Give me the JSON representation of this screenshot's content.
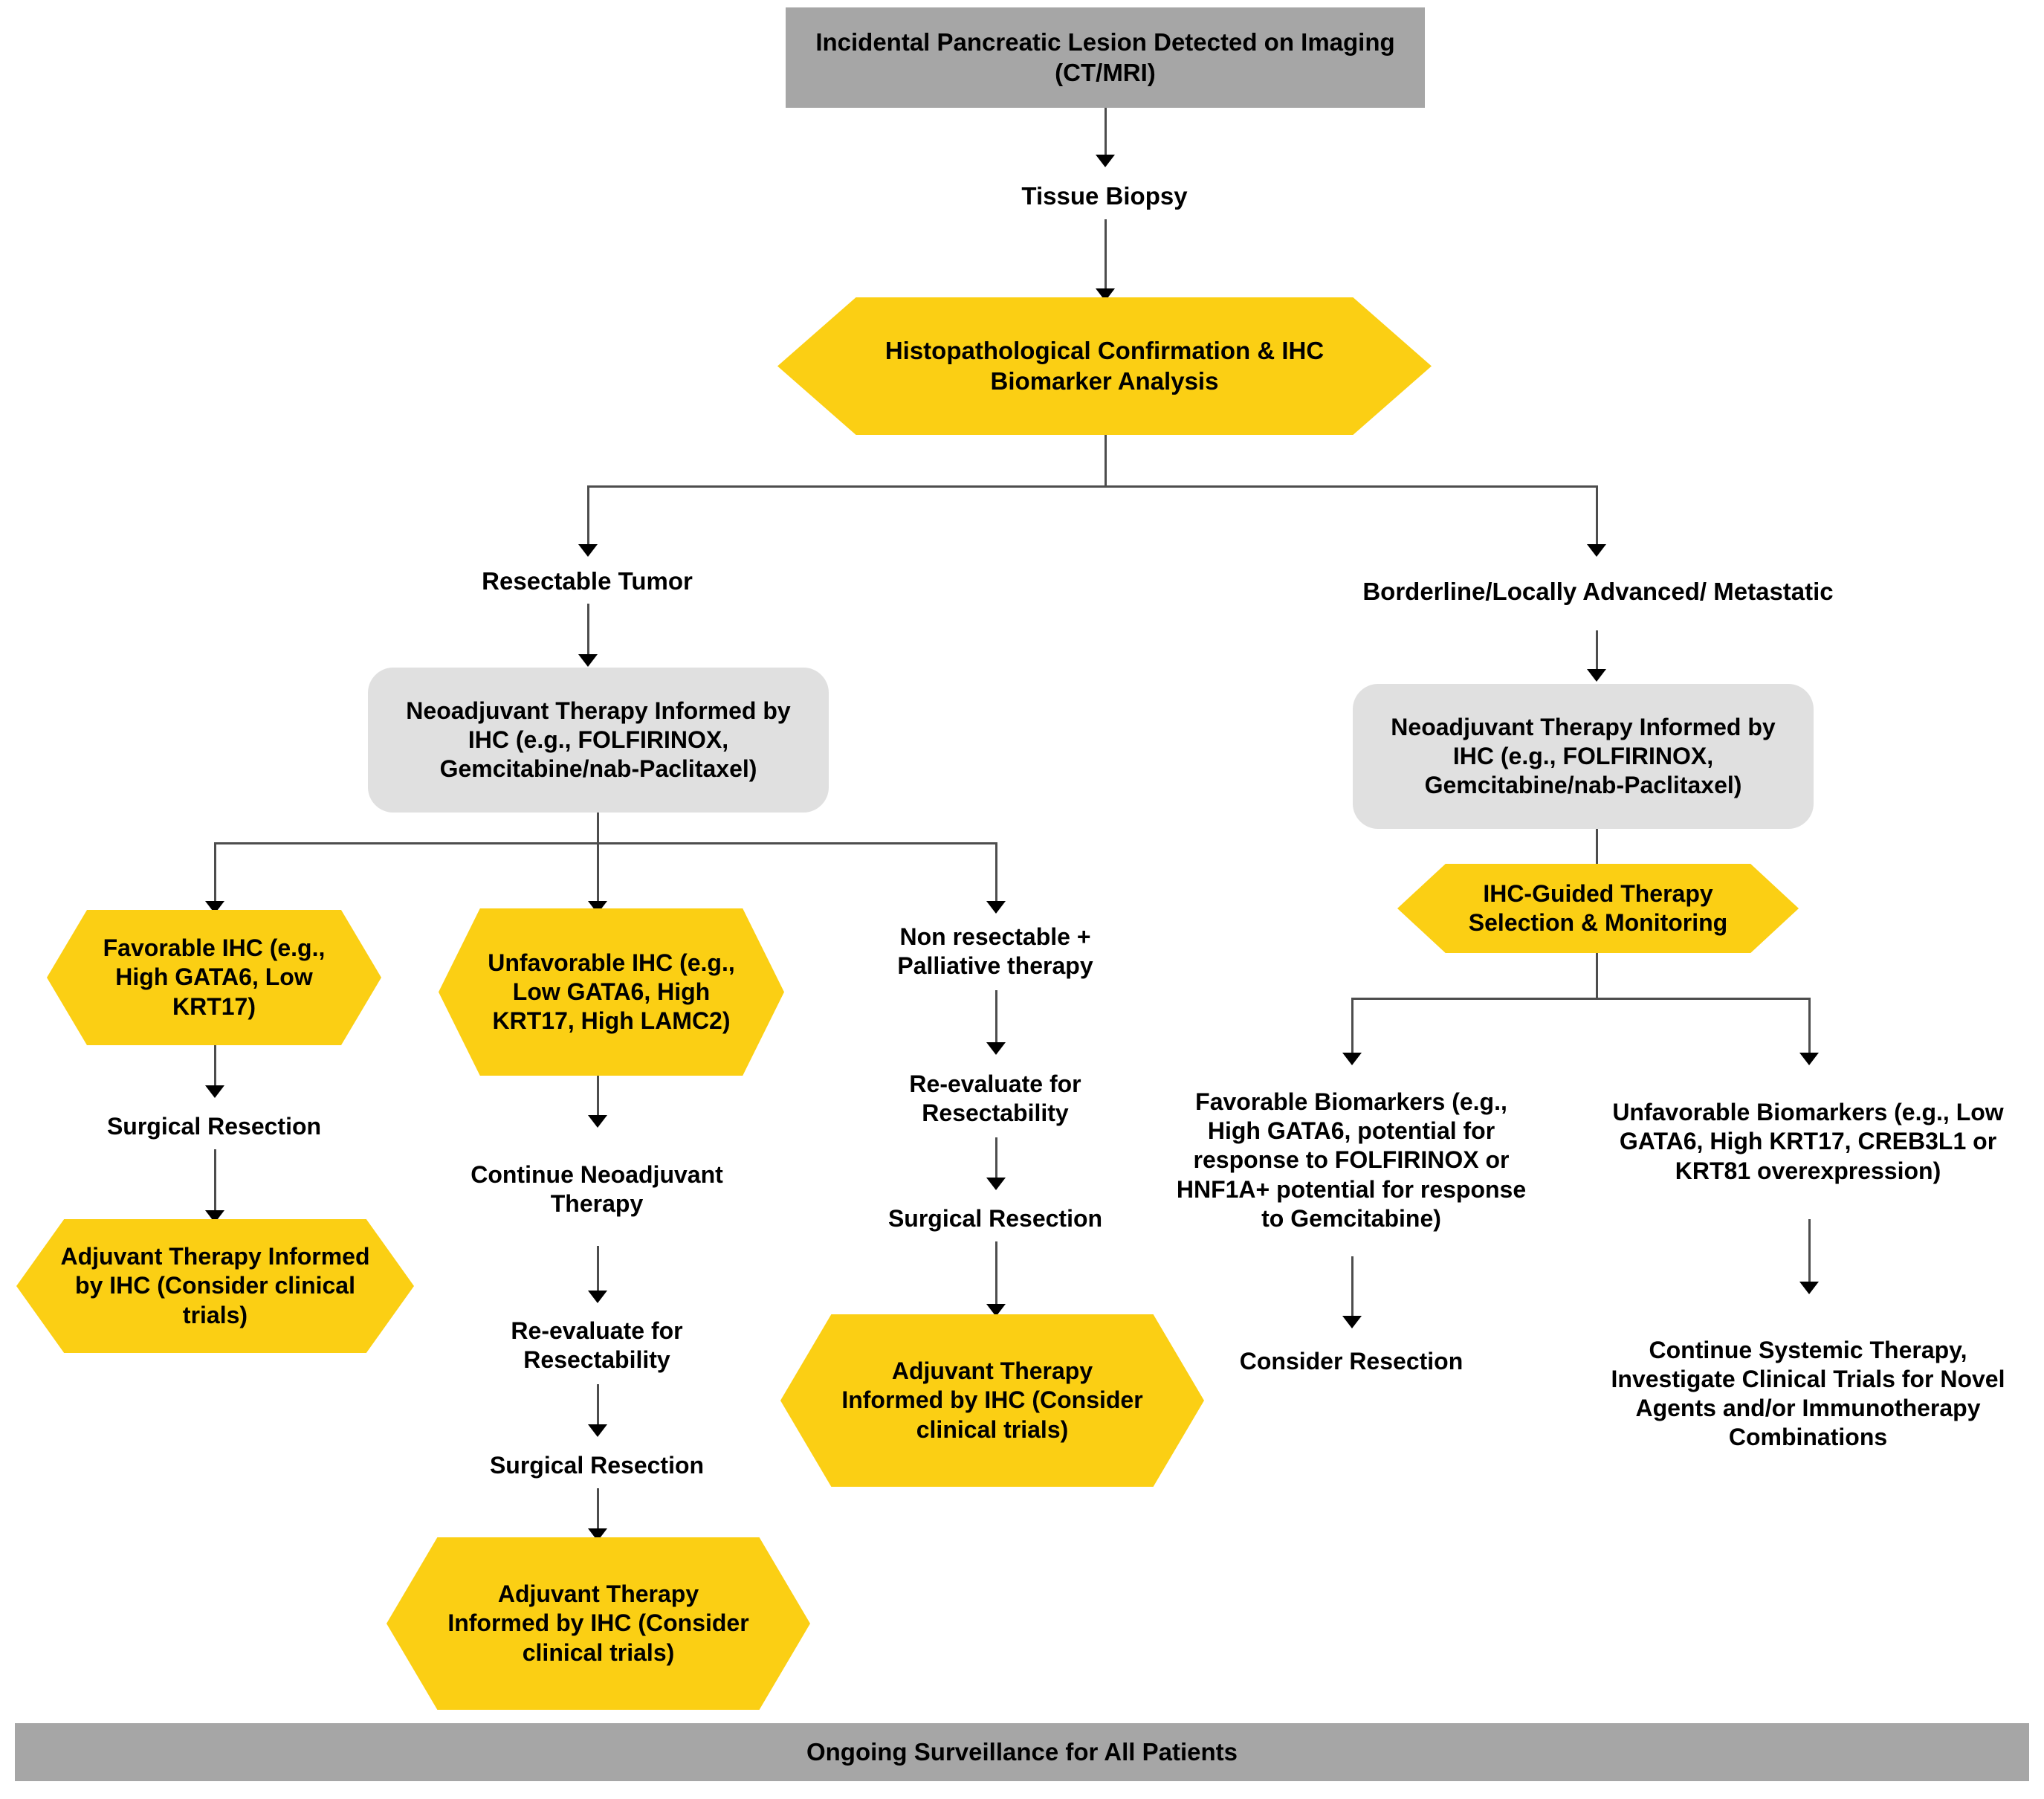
{
  "flowchart": {
    "title_node": "Incidental Pancreatic Lesion Detected on Imaging (CT/MRI)",
    "footer": "Ongoing Surveillance for All Patients",
    "colors": {
      "hexagon_yellow": "#fbcf14",
      "bar_gray": "#a6a6a6",
      "box_gray": "#e0e0e0",
      "connector": "#4d4d4d",
      "text": "#000000"
    },
    "nodes": {
      "start": "Incidental Pancreatic Lesion Detected on Imaging (CT/MRI)",
      "tissue_biopsy": "Tissue Biopsy",
      "histopath": "Histopathological Confirmation & IHC Biomarker Analysis",
      "resectable_label": "Resectable Tumor",
      "borderline_label": "Borderline/Locally Advanced/ Metastatic",
      "neoadjuvant_left": "Neoadjuvant Therapy Informed by IHC  (e.g., FOLFIRINOX, Gemcitabine/nab-Paclitaxel)",
      "neoadjuvant_right": "Neoadjuvant Therapy Informed by IHC  (e.g., FOLFIRINOX, Gemcitabine/nab-Paclitaxel)",
      "favorable_ihc": "Favorable IHC (e.g., High GATA6, Low KRT17)",
      "unfavorable_ihc": "Unfavorable IHC (e.g., Low GATA6, High KRT17, High LAMC2)",
      "non_resectable": "Non resectable + Palliative therapy",
      "ihc_guided": "IHC-Guided Therapy Selection & Monitoring",
      "surgical_resection_1": "Surgical Resection",
      "adjuvant_1": "Adjuvant Therapy Informed by IHC (Consider clinical trials)",
      "continue_neo": "Continue Neoadjuvant Therapy",
      "reeval_1": "Re-evaluate for Resectability",
      "surgical_resection_2": "Surgical Resection",
      "adjuvant_2": "Adjuvant Therapy Informed by IHC (Consider clinical trials)",
      "reeval_2": "Re-evaluate for Resectability",
      "surgical_resection_3": "Surgical Resection",
      "adjuvant_3": "Adjuvant Therapy Informed by IHC (Consider clinical trials)",
      "favorable_biomarkers": "Favorable Biomarkers (e.g., High GATA6, potential for response to FOLFIRINOX or HNF1A+ potential for response to Gemcitabine)",
      "consider_resection": "Consider Resection",
      "unfavorable_biomarkers": "Unfavorable Biomarkers (e.g., Low GATA6, High KRT17, CREB3L1 or KRT81 overexpression)",
      "continue_systemic": "Continue Systemic Therapy, Investigate Clinical Trials for Novel Agents and/or Immunotherapy Combinations",
      "surveillance": "Ongoing Surveillance for All Patients"
    }
  }
}
